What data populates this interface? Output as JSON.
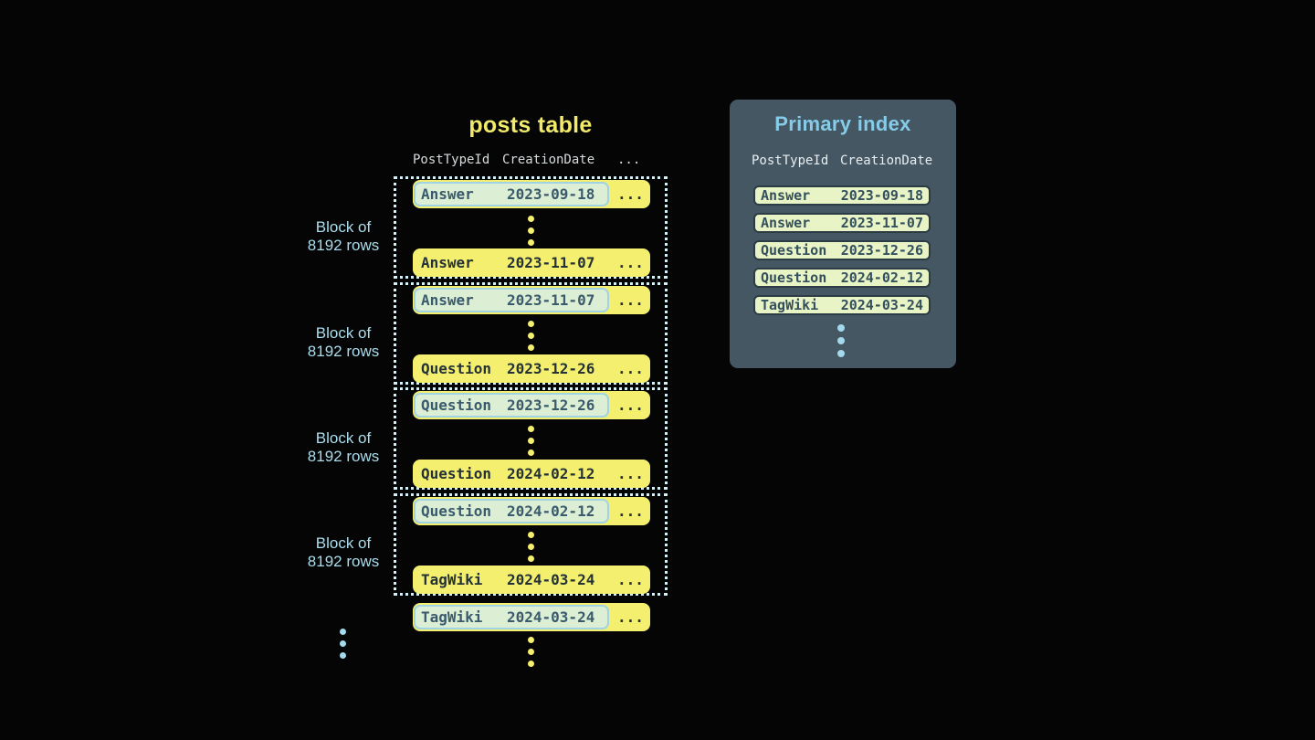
{
  "colors": {
    "background": "#050505",
    "row_yellow": "#f4ef6e",
    "title_yellow": "#f1ea6b",
    "highlight_green": "#dceed3",
    "highlight_border_blue": "#a0d3e5",
    "label_blue": "#aadded",
    "panel_slate": "#445763",
    "panel_title_blue": "#86cce8",
    "pill_green": "#e8f3c6",
    "dotted_border": "#d5f1f7"
  },
  "posts_table": {
    "title": "posts table",
    "columns": [
      "PostTypeId",
      "CreationDate"
    ],
    "columns_ellipsis": "...",
    "row_ellipsis": "...",
    "blocks": [
      {
        "label_line1": "Block of",
        "label_line2": "8192 rows",
        "first_row": {
          "post_type": "Answer",
          "creation_date": "2023-09-18"
        },
        "last_row": {
          "post_type": "Answer",
          "creation_date": "2023-11-07"
        }
      },
      {
        "label_line1": "Block of",
        "label_line2": "8192 rows",
        "first_row": {
          "post_type": "Answer",
          "creation_date": "2023-11-07"
        },
        "last_row": {
          "post_type": "Question",
          "creation_date": "2023-12-26"
        }
      },
      {
        "label_line1": "Block of",
        "label_line2": "8192 rows",
        "first_row": {
          "post_type": "Question",
          "creation_date": "2023-12-26"
        },
        "last_row": {
          "post_type": "Question",
          "creation_date": "2024-02-12"
        }
      },
      {
        "label_line1": "Block of",
        "label_line2": "8192 rows",
        "first_row": {
          "post_type": "Question",
          "creation_date": "2024-02-12"
        },
        "last_row": {
          "post_type": "TagWiki",
          "creation_date": "2024-03-24"
        }
      }
    ],
    "overflow_row": {
      "post_type": "TagWiki",
      "creation_date": "2024-03-24"
    }
  },
  "primary_index": {
    "title": "Primary index",
    "columns": [
      "PostTypeId",
      "CreationDate"
    ],
    "rows": [
      {
        "post_type": "Answer",
        "creation_date": "2023-09-18"
      },
      {
        "post_type": "Answer",
        "creation_date": "2023-11-07"
      },
      {
        "post_type": "Question",
        "creation_date": "2023-12-26"
      },
      {
        "post_type": "Question",
        "creation_date": "2024-02-12"
      },
      {
        "post_type": "TagWiki",
        "creation_date": "2024-03-24"
      }
    ]
  }
}
